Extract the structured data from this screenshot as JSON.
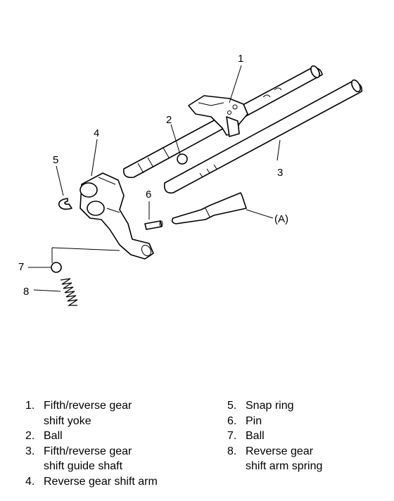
{
  "callouts": {
    "c1": "1",
    "c2": "2",
    "c3": "3",
    "c4": "4",
    "c5": "5",
    "c6": "6",
    "c7": "7",
    "c8": "8",
    "tool": "(A)"
  },
  "legend": {
    "left": [
      {
        "num": "1.",
        "lines": [
          "Fifth/reverse gear",
          "shift yoke"
        ]
      },
      {
        "num": "2.",
        "lines": [
          "Ball"
        ]
      },
      {
        "num": "3.",
        "lines": [
          "Fifth/reverse gear",
          "shift guide shaft"
        ]
      },
      {
        "num": "4.",
        "lines": [
          "Reverse gear shift arm"
        ]
      }
    ],
    "right": [
      {
        "num": "5.",
        "lines": [
          "Snap ring"
        ]
      },
      {
        "num": "6.",
        "lines": [
          "Pin"
        ]
      },
      {
        "num": "7.",
        "lines": [
          "Ball"
        ]
      },
      {
        "num": "8.",
        "lines": [
          "Reverse gear",
          "shift arm spring"
        ]
      }
    ]
  }
}
